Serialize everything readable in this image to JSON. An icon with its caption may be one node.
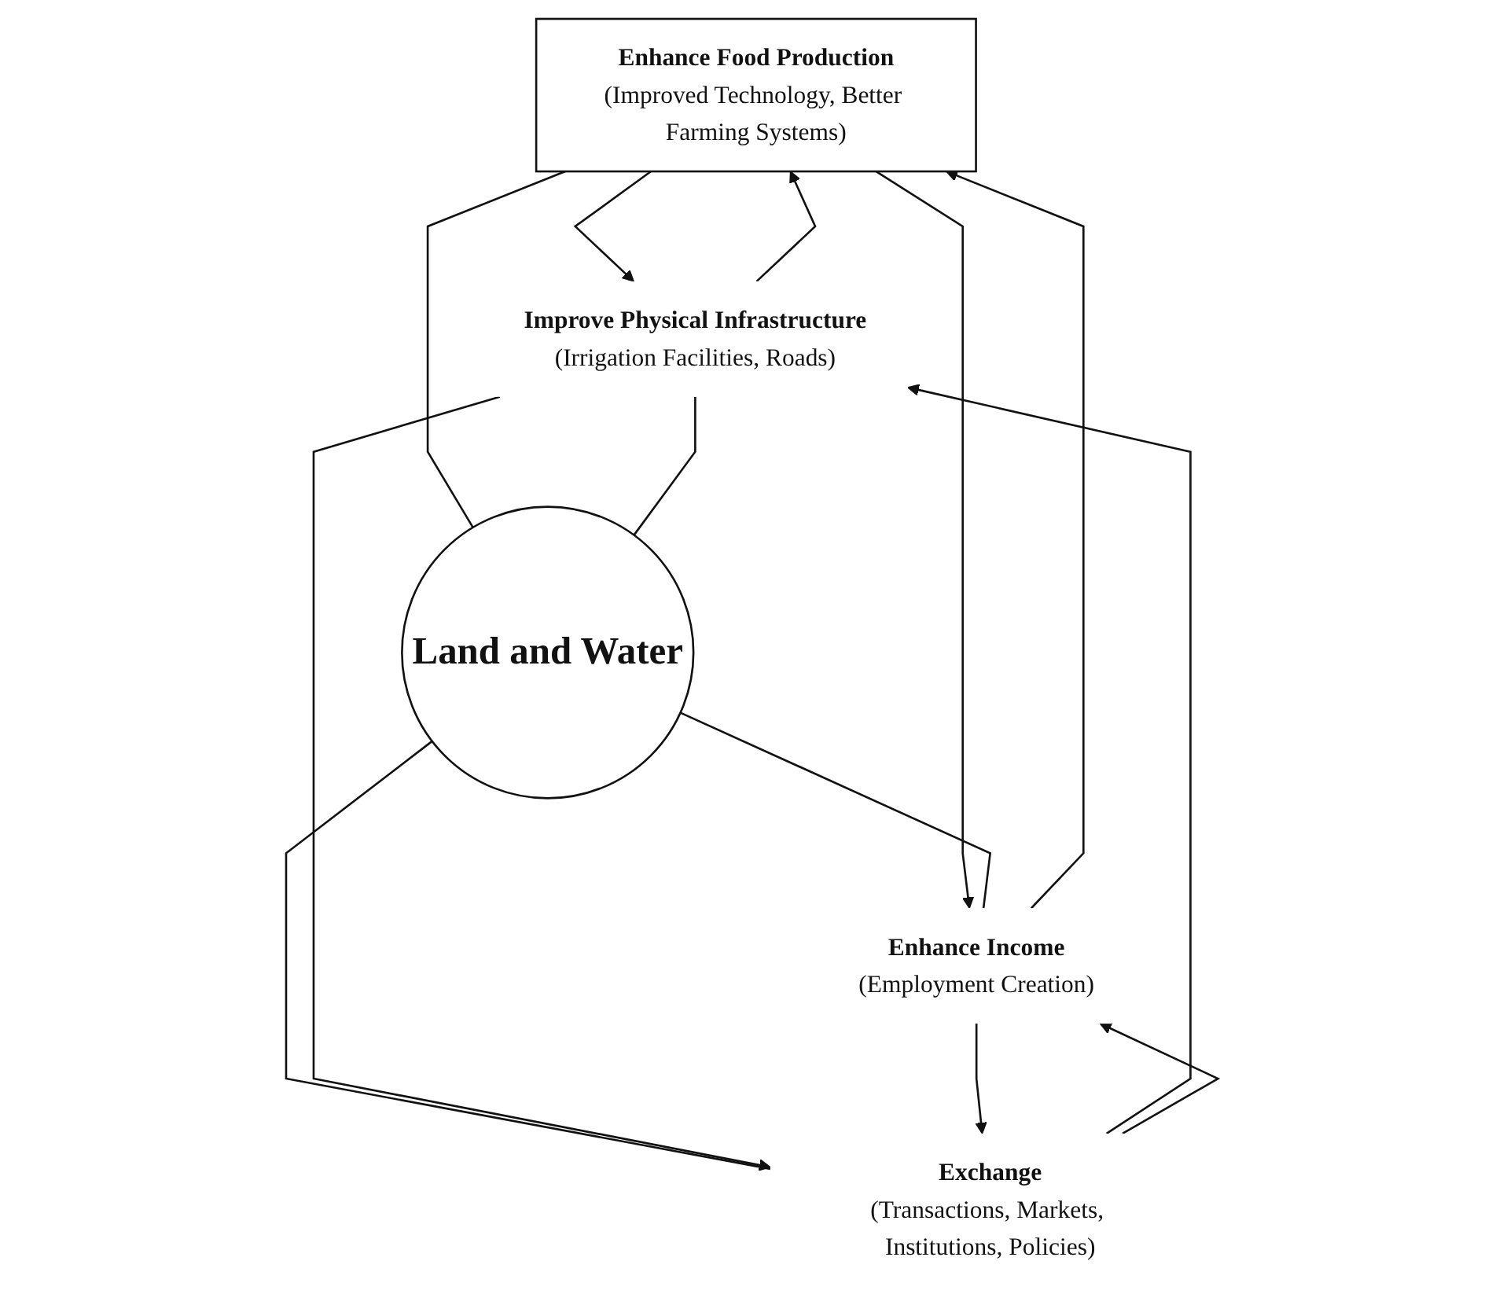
{
  "diagram": {
    "nodes": [
      {
        "text": [
          "Enhance Food Production",
          "(Improved Technology, Better Farming Systems)"
        ]
      },
      {
        "text": [
          "Improve Physical Infrastructure",
          "(Irrigation Facilities, Roads)"
        ]
      },
      {
        "text": [
          "Land and Water"
        ]
      },
      {
        "text": [
          "Enhance Income",
          "(Employment Creation)"
        ]
      },
      {
        "text": [
          "Exchange",
          "(Transactions, Markets, Institutions, Policies)"
        ]
      }
    ],
    "edges": [
      {
        "from": 0,
        "to": 1,
        "arrow": "to"
      },
      {
        "from": 1,
        "to": 0,
        "arrow": "to"
      },
      {
        "from": 0,
        "to": 3,
        "arrow": "to"
      },
      {
        "from": 3,
        "to": 0,
        "arrow": "to"
      },
      {
        "from": 0,
        "to": 2,
        "arrow": "none"
      },
      {
        "from": 1,
        "to": 2,
        "arrow": "none"
      },
      {
        "from": 2,
        "to": 3,
        "arrow": "none"
      },
      {
        "from": 2,
        "to": 4,
        "arrow": "none"
      },
      {
        "from": 1,
        "to": 4,
        "arrow": "to"
      },
      {
        "from": 4,
        "to": 1,
        "arrow": "to"
      },
      {
        "from": 3,
        "to": 4,
        "arrow": "to"
      },
      {
        "from": 4,
        "to": 3,
        "arrow": "to"
      }
    ]
  }
}
